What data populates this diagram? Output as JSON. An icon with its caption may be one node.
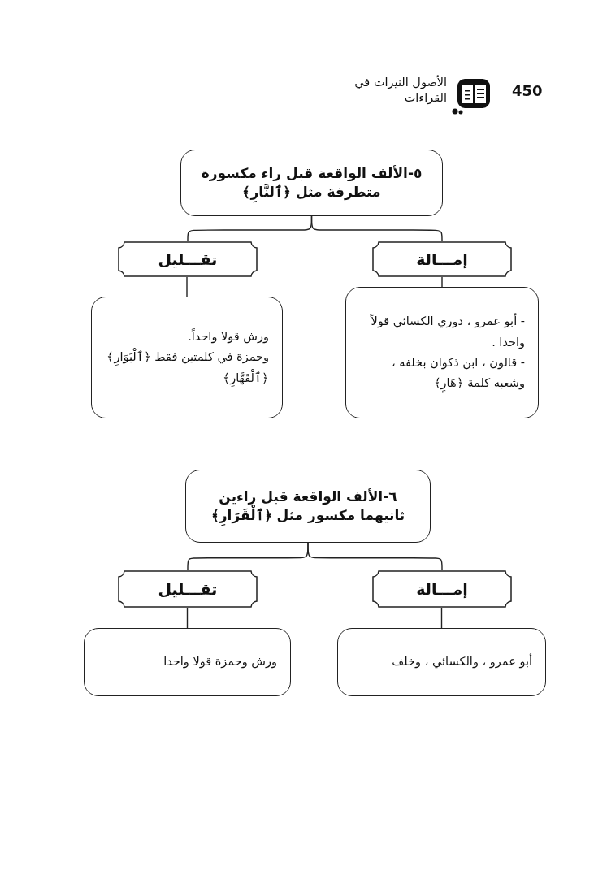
{
  "diagram": {
    "nodes": [
      {
        "text": [
          "٥-الألف الواقعة قبل راء مكسورة متطرفة مثل ﴿ٱلنَّارِ﴾"
        ]
      },
      {
        "text": [
          "إمـــالة"
        ]
      },
      {
        "text": [
          "تقـــليل"
        ]
      },
      {
        "text": [
          "- أبو عمرو ، دوري الكسائي قولاً واحدا .",
          "- قالون ، ابن ذكوان بخلفه ، وشعبه كلمة ﴿هَارٍ﴾"
        ]
      },
      {
        "text": [
          "ورش قولا واحداً.",
          "وحمزة في كلمتين فقط ﴿ٱلْبَوَارِ﴾ ﴿ٱلْقَهَّارِ﴾"
        ]
      },
      {
        "text": [
          "٦-الألف الواقعة قبل راءين ثانيهما مكسور مثل ﴿ٱلْقَرَارِ﴾"
        ]
      },
      {
        "text": [
          "إمـــالة"
        ]
      },
      {
        "text": [
          "تقـــليل"
        ]
      },
      {
        "text": [
          "أبو عمرو ، والكسائي ، وخلف"
        ]
      },
      {
        "text": [
          "ورش وحمزة قولا واحدا"
        ]
      }
    ],
    "edges": [
      {
        "from": 0,
        "to": 1,
        "arrow": "none"
      },
      {
        "from": 0,
        "to": 2,
        "arrow": "none"
      },
      {
        "from": 1,
        "to": 3,
        "arrow": "none"
      },
      {
        "from": 2,
        "to": 4,
        "arrow": "none"
      },
      {
        "from": 5,
        "to": 6,
        "arrow": "none"
      },
      {
        "from": 5,
        "to": 7,
        "arrow": "none"
      },
      {
        "from": 6,
        "to": 8,
        "arrow": "none"
      },
      {
        "from": 7,
        "to": 9,
        "arrow": "none"
      }
    ],
    "labels": [
      "450",
      "الأصول النيرات في القراءات"
    ]
  }
}
